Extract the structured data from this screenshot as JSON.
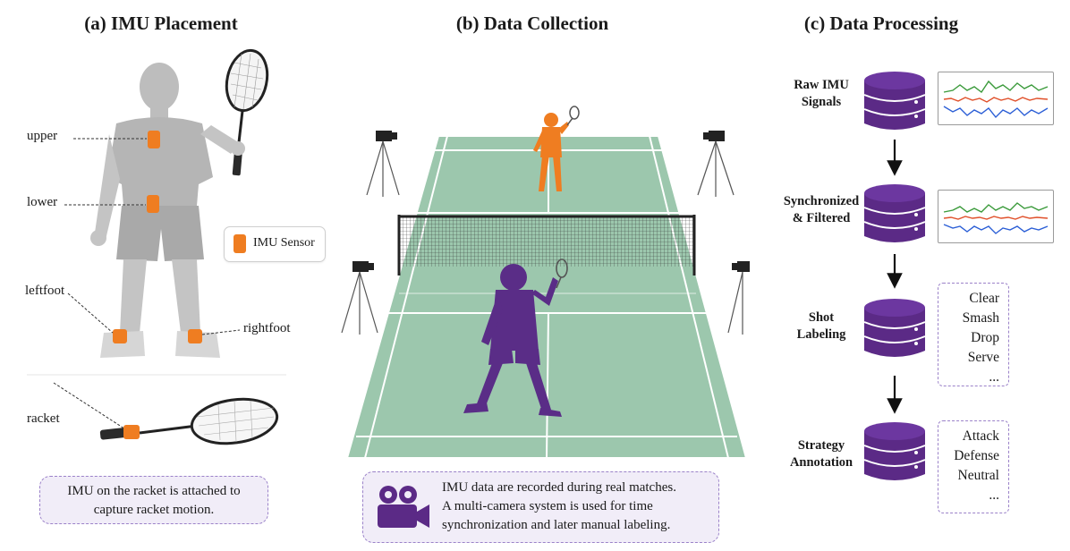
{
  "panels": {
    "a": {
      "title": "(a) IMU Placement",
      "labels": {
        "upper": "upper",
        "lower": "lower",
        "leftfoot": "leftfoot",
        "rightfoot": "rightfoot",
        "racket": "racket"
      },
      "legend": "IMU Sensor",
      "note": [
        "IMU on the racket is attached to",
        "capture racket motion."
      ]
    },
    "b": {
      "title": "(b) Data Collection",
      "note": [
        "IMU data are recorded during real matches.",
        "A multi-camera system is used for time",
        "synchronization and later manual labeling."
      ]
    },
    "c": {
      "title": "(c) Data Processing",
      "steps": [
        {
          "label": [
            "Raw IMU",
            "Signals"
          ]
        },
        {
          "label": [
            "Synchronized",
            "& Filtered"
          ]
        },
        {
          "label": [
            "Shot",
            "Labeling"
          ],
          "items": [
            "Clear",
            "Smash",
            "Drop",
            "Serve",
            "..."
          ]
        },
        {
          "label": [
            "Strategy",
            "Annotation"
          ],
          "items": [
            "Attack",
            "Defense",
            "Neutral",
            "..."
          ]
        }
      ]
    }
  },
  "colors": {
    "sensor": "#ef7d21",
    "court": "#9cc7ad",
    "player_far": "#ef7d21",
    "player_near": "#5a2d87",
    "database": "#5b2a86",
    "signal_green": "#3a9a3a",
    "signal_red": "#e0502a",
    "signal_blue": "#2c5fd6"
  }
}
